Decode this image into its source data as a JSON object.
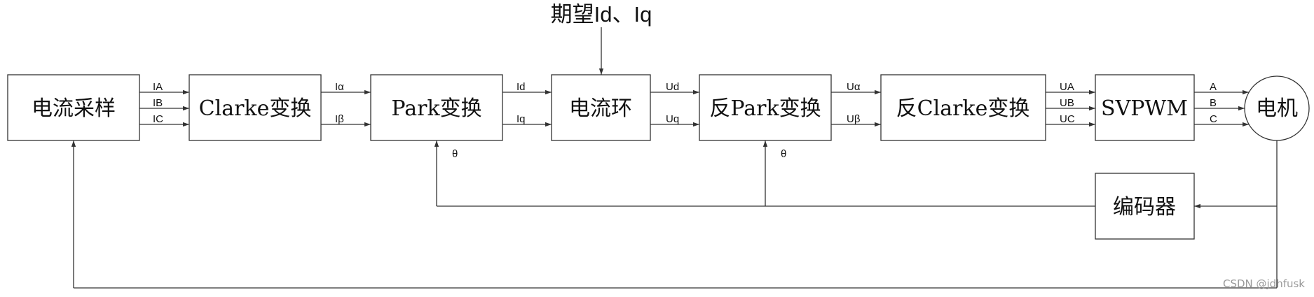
{
  "diagram": {
    "top_input": "期望Id、Iq",
    "blocks": {
      "sampling": "电流采样",
      "clarke": "Clarke变换",
      "park": "Park变换",
      "loop": "电流环",
      "inv_park": "反Park变换",
      "inv_clarke": "反Clarke变换",
      "svpwm": "SVPWM",
      "motor": "电机",
      "encoder": "编码器"
    },
    "signals": {
      "ia": "IA",
      "ib": "IB",
      "ic": "IC",
      "i_alpha": "Iα",
      "i_beta": "Iβ",
      "id": "Id",
      "iq": "Iq",
      "ud": "Ud",
      "uq": "Uq",
      "u_alpha": "Uα",
      "u_beta": "Uβ",
      "ua": "UA",
      "ub": "UB",
      "uc": "UC",
      "a": "A",
      "b": "B",
      "c": "C",
      "theta_park": "θ",
      "theta_inv_park": "θ"
    },
    "watermark": "CSDN @jdhfusk"
  }
}
